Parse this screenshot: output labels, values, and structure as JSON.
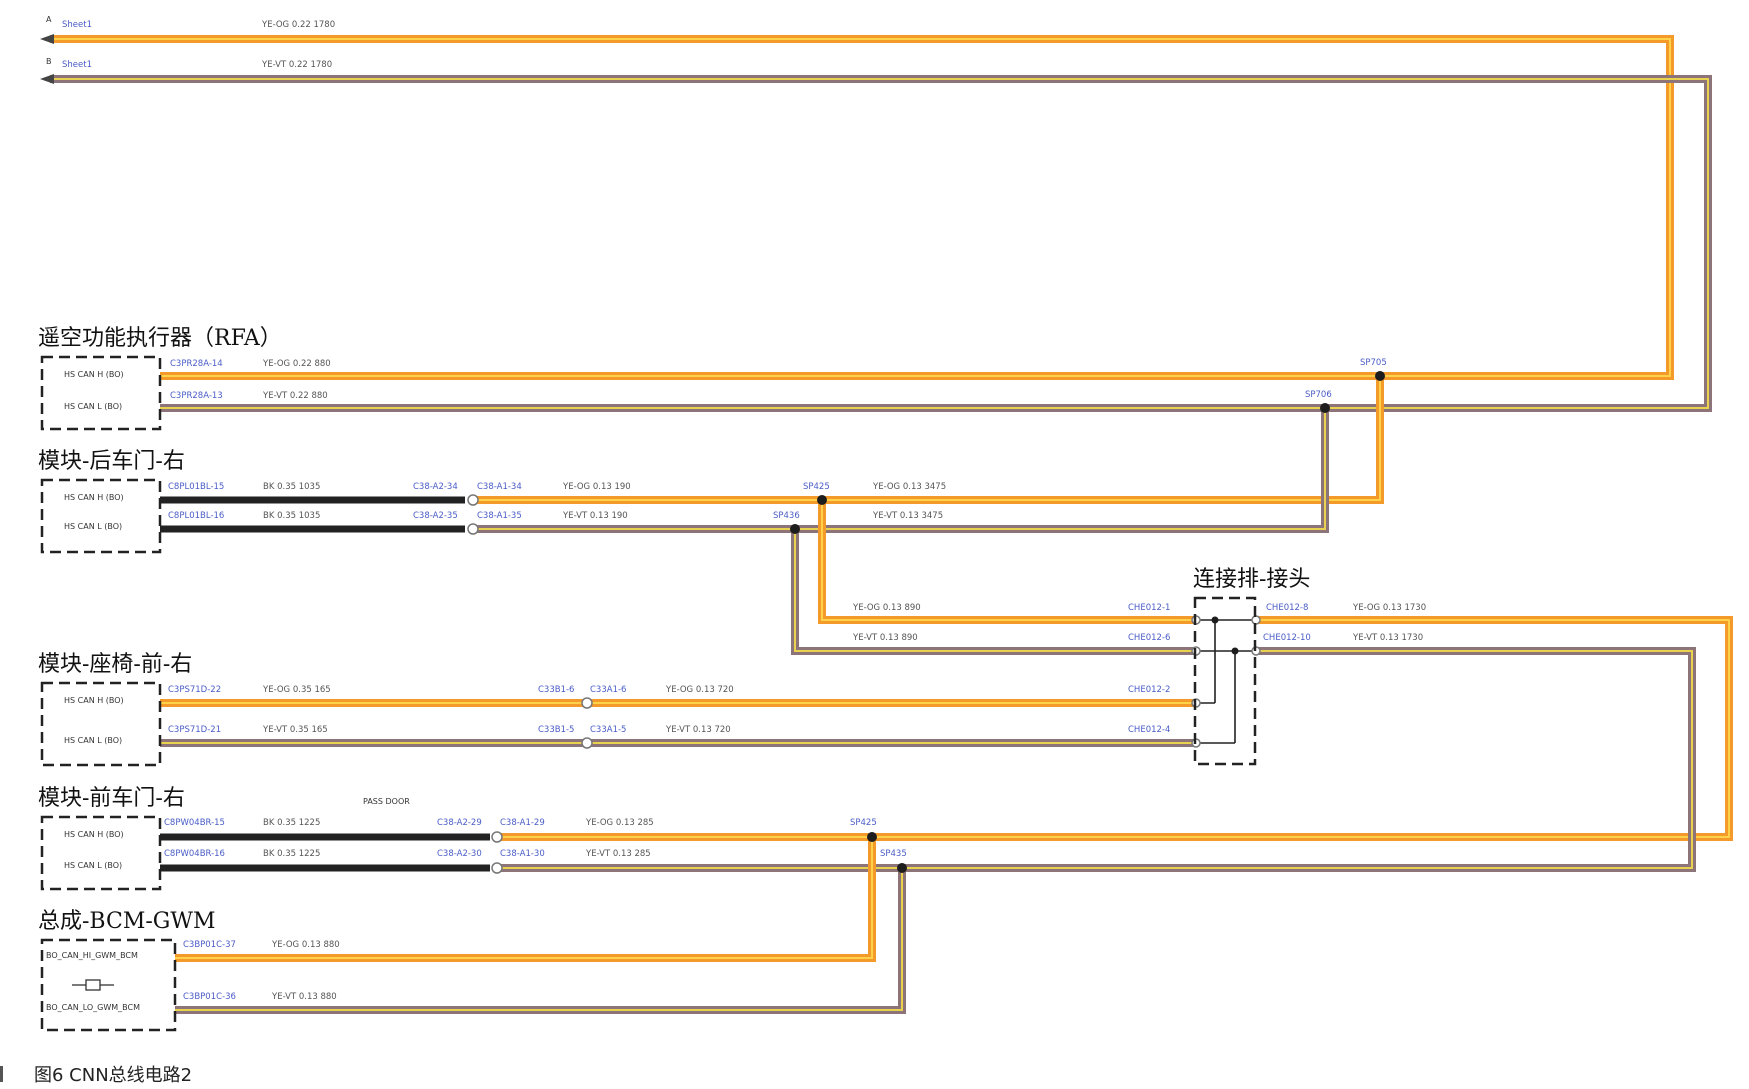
{
  "colors": {
    "can_h": "#f39a2b",
    "can_h_core": "#ffd24a",
    "can_l": "#8d7478",
    "can_l_core": "#e9d24d",
    "black": "#222222",
    "junction": "#222222"
  },
  "sheet_refs": [
    {
      "letter": "A",
      "label": "Sheet1",
      "wire": "YE-OG  0.22  1780"
    },
    {
      "letter": "B",
      "label": "Sheet1",
      "wire": "YE-VT  0.22  1780"
    }
  ],
  "modules": {
    "rfa": {
      "title": "遥空功能执行器（RFA）",
      "pins": [
        "HS CAN H (BO)",
        "HS CAN L (BO)"
      ]
    },
    "rear_door": {
      "title": "模块-后车门-右",
      "pins": [
        "HS CAN H (BO)",
        "HS CAN L (BO)"
      ]
    },
    "seat": {
      "title": "模块-座椅-前-右",
      "pins": [
        "HS CAN H (BO)",
        "HS CAN L (BO)"
      ]
    },
    "front_door": {
      "title": "模块-前车门-右",
      "note": "PASS DOOR",
      "pins": [
        "HS CAN H (BO)",
        "HS CAN L (BO)"
      ]
    },
    "bcm": {
      "title": "总成-BCM-GWM",
      "pins": [
        "BO_CAN_HI_GWM_BCM",
        "BO_CAN_LO_GWM_BCM"
      ]
    },
    "junction": {
      "title": "连接排-接头"
    }
  },
  "connectors": {
    "rfa_h": "C3PR28A-14",
    "rfa_l": "C3PR28A-13",
    "rd_h": "C8PL01BL-15",
    "rd_l": "C8PL01BL-16",
    "rd_inl_h_a": "C38-A2-34",
    "rd_inl_h_b": "C38-A1-34",
    "rd_inl_l_a": "C38-A2-35",
    "rd_inl_l_b": "C38-A1-35",
    "seat_h": "C3PS71D-22",
    "seat_l": "C3PS71D-21",
    "seat_inl_h_a": "C33B1-6",
    "seat_inl_h_b": "C33A1-6",
    "seat_inl_l_a": "C33B1-5",
    "seat_inl_l_b": "C33A1-5",
    "fd_h": "C8PW04BR-15",
    "fd_l": "C8PW04BR-16",
    "fd_inl_h_a": "C38-A2-29",
    "fd_inl_h_b": "C38-A1-29",
    "fd_inl_l_a": "C38-A2-30",
    "fd_inl_l_b": "C38-A1-30",
    "bcm_h": "C3BP01C-37",
    "bcm_l": "C3BP01C-36",
    "ch_1": "CHE012-1",
    "ch_6": "CHE012-6",
    "ch_2": "CHE012-2",
    "ch_4": "CHE012-4",
    "ch_8": "CHE012-8",
    "ch_10": "CHE012-10"
  },
  "splices": {
    "sp705": "SP705",
    "sp706": "SP706",
    "sp425_rd": "SP425",
    "sp436": "SP436",
    "sp425_fd": "SP425",
    "sp435": "SP435"
  },
  "wires": {
    "rfa_h": "YE-OG  0.22  880",
    "rfa_l": "YE-VT  0.22  880",
    "rd_bk_h": "BK  0.35  1035",
    "rd_bk_l": "BK  0.35  1035",
    "rd_h": "YE-OG  0.13  190",
    "rd_l": "YE-VT  0.13  190",
    "rd_h2": "YE-OG  0.13  3475",
    "rd_l2": "YE-VT  0.13  3475",
    "ch_h": "YE-OG  0.13  890",
    "ch_l": "YE-VT  0.13  890",
    "ch_h_r": "YE-OG  0.13  1730",
    "ch_l_r": "YE-VT  0.13  1730",
    "seat_h": "YE-OG  0.35  165",
    "seat_l": "YE-VT  0.35  165",
    "seat_h2": "YE-OG  0.13  720",
    "seat_l2": "YE-VT  0.13  720",
    "fd_bk_h": "BK  0.35  1225",
    "fd_bk_l": "BK  0.35  1225",
    "fd_h": "YE-OG  0.13  285",
    "fd_l": "YE-VT  0.13  285",
    "bcm_h": "YE-OG  0.13  880",
    "bcm_l": "YE-VT  0.13  880"
  },
  "caption": "图6   CNN总线电路2"
}
